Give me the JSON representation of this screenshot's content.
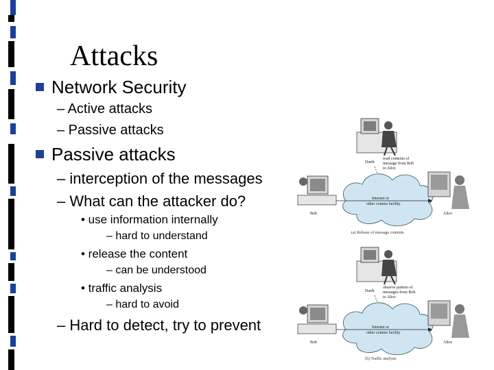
{
  "slide": {
    "title": "Attacks",
    "items": [
      {
        "text": "Network Security",
        "sub": [
          "– Active attacks",
          "– Passive attacks"
        ]
      },
      {
        "text": "Passive attacks",
        "sub": [
          "– interception of the messages",
          "– What can the attacker do?"
        ]
      }
    ],
    "level3": [
      {
        "text": "• use information internally",
        "sub": "– hard to understand"
      },
      {
        "text": "• release the content",
        "sub": "– can be understood"
      },
      {
        "text": "• traffic analysis",
        "sub": "– hard to avoid"
      }
    ],
    "closing": "– Hard to detect, try to prevent"
  },
  "figure": {
    "top": {
      "darth": "Darth",
      "note": [
        "read contents of",
        "message from Bob",
        "to Alice"
      ],
      "cloud": [
        "Internet or",
        "other comms facility"
      ],
      "bob": "Bob",
      "alice": "Alice",
      "caption": "(a) Release of message contents"
    },
    "bottom": {
      "darth": "Darth",
      "note": [
        "observe pattern of",
        "messages from Bob",
        "to Alice"
      ],
      "cloud": [
        "Internet or",
        "other comms facility"
      ],
      "bob": "Bob",
      "alice": "Alice",
      "caption": "(b) Traffic analysis"
    }
  },
  "colors": {
    "bullet": "#1f3f9a",
    "strip_blue": "#1a3fa0"
  }
}
